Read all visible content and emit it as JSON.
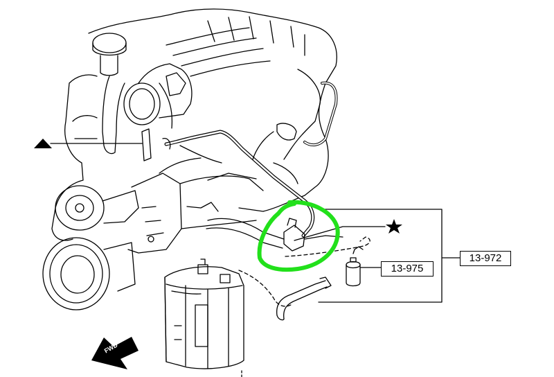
{
  "callouts": {
    "part_13975": "13-975",
    "part_13972": "13-972",
    "triangle_marker": "▲",
    "star_marker": "★"
  },
  "direction": {
    "arrow_text": "FWD"
  },
  "highlight": {
    "color": "#22e01b"
  }
}
